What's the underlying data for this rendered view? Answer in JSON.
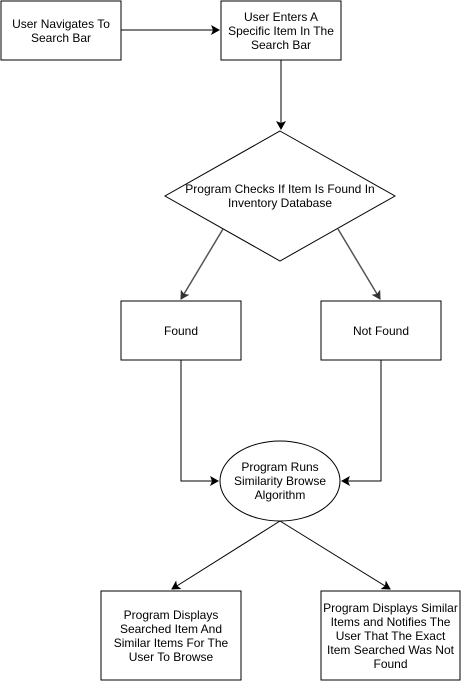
{
  "nodes": {
    "navigate": "User Navigates To Search Bar",
    "enter": "User Enters A Specific Item In The Search Bar",
    "check": "Program Checks If Item Is Found In Inventory Database",
    "found": "Found",
    "not_found": "Not Found",
    "algorithm": "Program Runs Similarity Browse Algorithm",
    "display_found": "Program Displays Searched Item And Similar Items For The User To Browse",
    "display_not_found": "Program Displays Similar Items and Notifies The User That The Exact Item Searched Was Not Found"
  },
  "colors": {
    "stroke": "#000000",
    "stroke_soft": "#555555",
    "fill": "#ffffff"
  }
}
